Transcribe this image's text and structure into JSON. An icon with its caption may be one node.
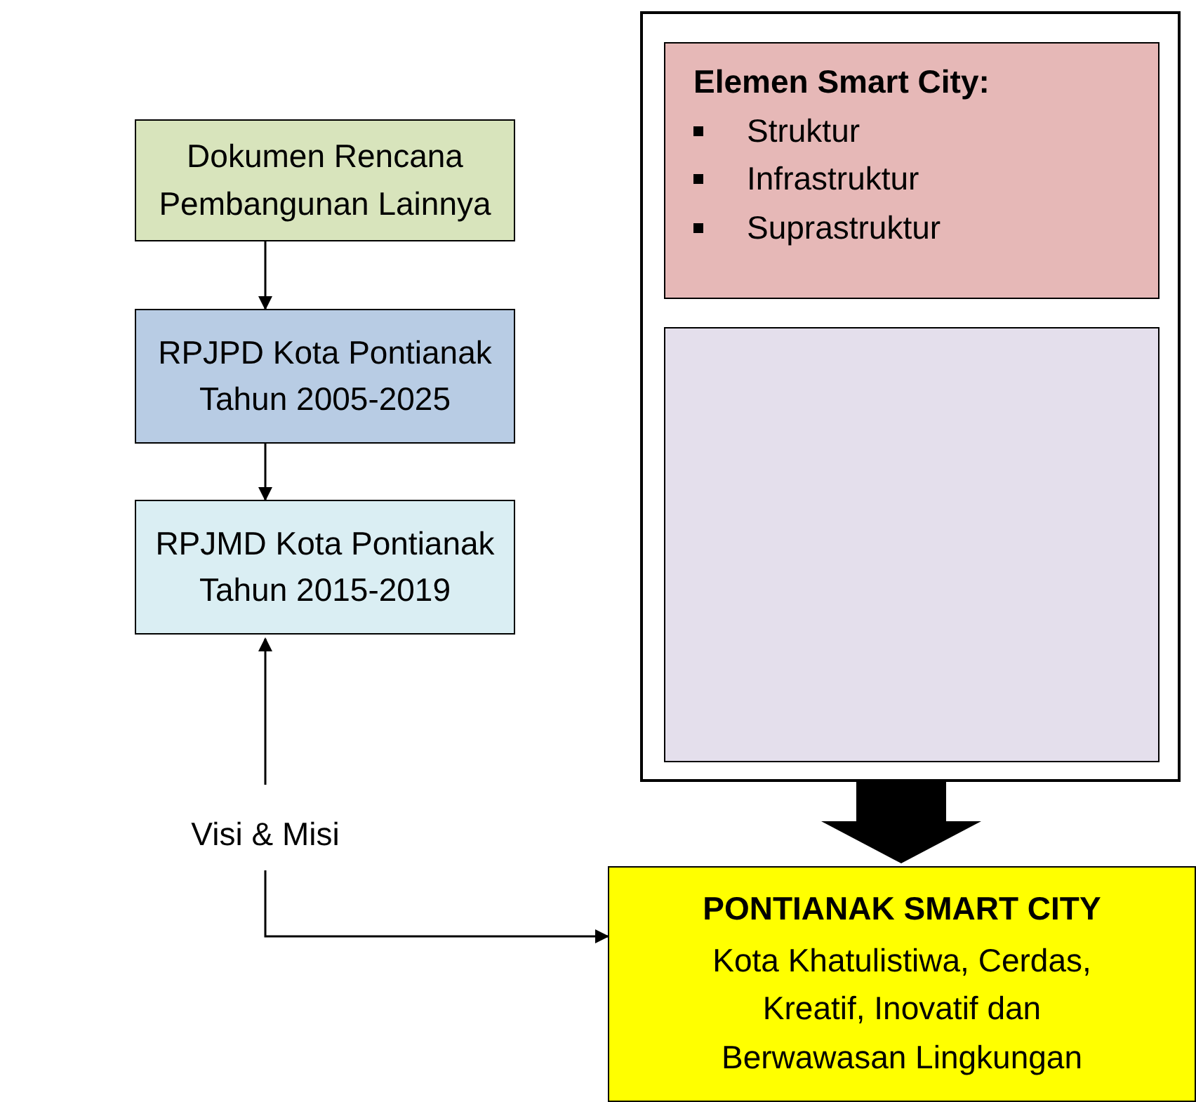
{
  "diagram": {
    "nodes": [
      {
        "text": [],
        "shape": "box"
      },
      {
        "text": [
          "Elemen Smart City:",
          "Struktur",
          "Infrastruktur",
          "Suprastruktur"
        ],
        "in": 0
      },
      {
        "text": [],
        "shape": "box",
        "in": 0
      },
      {
        "text": [
          "Dokumen Rencana Pembangunan Lainnya"
        ]
      },
      {
        "text": [
          "RPJPD Kota Pontianak Tahun 2005-2025"
        ]
      },
      {
        "text": [
          "RPJMD Kota Pontianak Tahun 2015-2019"
        ]
      },
      {
        "text": [
          "Visi & Misi"
        ]
      },
      {
        "text": [
          "PONTIANAK SMART CITY",
          "Kota Khatulistiwa, Cerdas, Kreatif, Inovatif dan Berwawasan Lingkungan"
        ]
      }
    ],
    "edges": [
      {
        "from": 3,
        "to": 4,
        "arrow": "to"
      },
      {
        "from": 4,
        "to": 5,
        "arrow": "to"
      },
      {
        "from": 6,
        "to": 5,
        "arrow": "to"
      },
      {
        "from": 6,
        "to": 7,
        "arrow": "to"
      },
      {
        "from": 0,
        "to": 7,
        "arrow": "to",
        "style": "thick"
      }
    ]
  }
}
